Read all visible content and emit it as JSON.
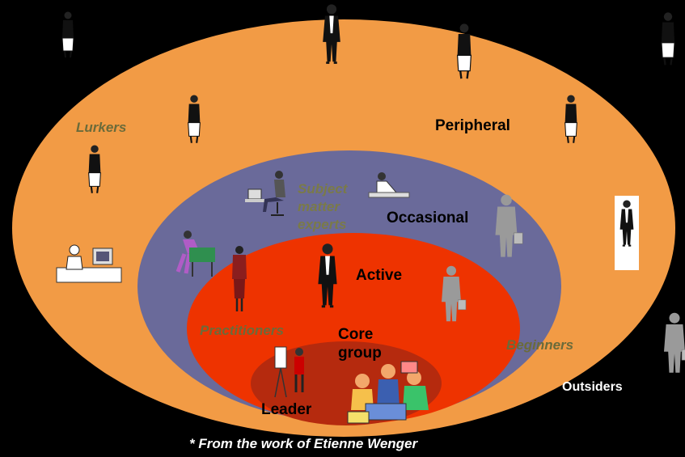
{
  "rings": {
    "peripheral": "Peripheral",
    "occasional": "Occasional",
    "active": "Active",
    "core_line1": "Core",
    "core_line2": "group",
    "leader": "Leader",
    "outsiders": "Outsiders"
  },
  "roles": {
    "lurkers": "Lurkers",
    "sme_line1": "Subject",
    "sme_line2": "matter",
    "sme_line3": "experts",
    "practitioners": "Practitioners",
    "beginners": "Beginners"
  },
  "footnote": "* From the work of Etienne Wenger",
  "colors": {
    "background": "#000000",
    "peripheral_ring": "#f29b45",
    "occasional_ring": "#6a6a9a",
    "active_ring": "#ee3300",
    "core_ring": "#b52a0e",
    "role_text": "#6b6b3a"
  },
  "icons": {
    "people": "person-figure-icon",
    "desk_worker": "desk-worker-icon",
    "meeting": "team-meeting-icon",
    "presenter": "presenter-icon"
  }
}
